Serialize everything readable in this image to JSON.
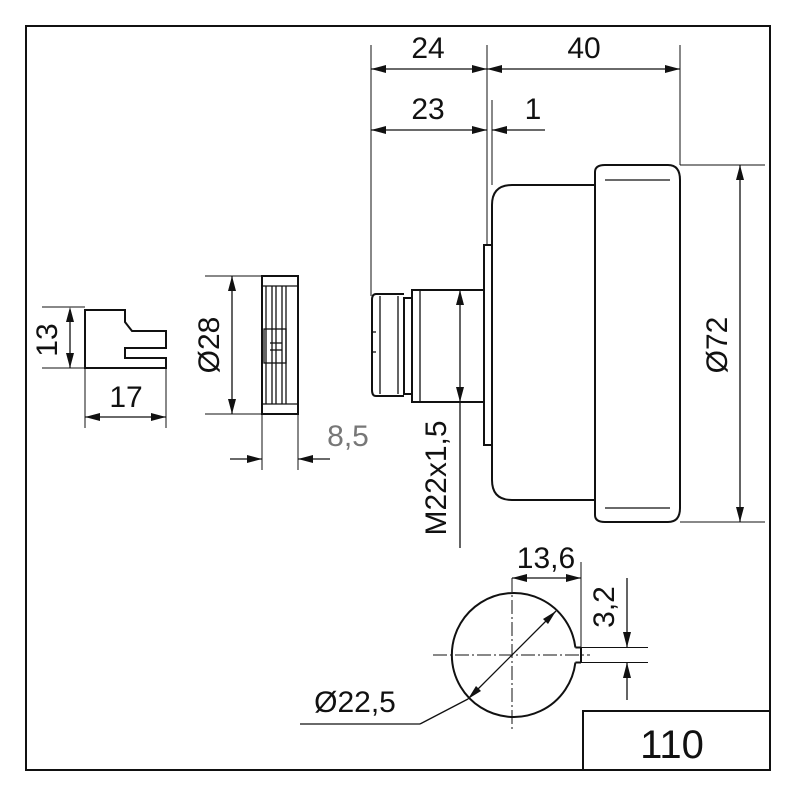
{
  "drawing": {
    "dimensions": {
      "total_front": "24",
      "shaft_length": "23",
      "flange_thickness": "1",
      "body_depth": "40",
      "body_diameter": "Ø72",
      "thread": "M22x1,5",
      "nut_diameter": "Ø28",
      "nut_thickness": "8,5",
      "key_height": "13",
      "key_width": "17",
      "hole_diameter": "Ø22,5",
      "notch_offset": "13,6",
      "notch_width": "3,2"
    },
    "item_number": "110"
  }
}
